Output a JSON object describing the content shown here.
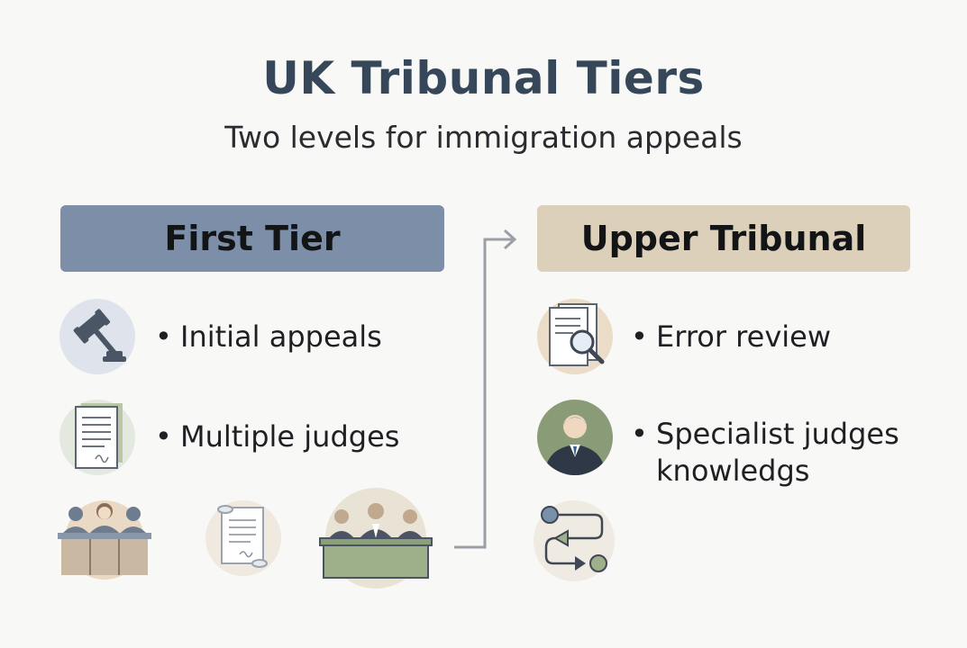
{
  "title": "UK Tribunal Tiers",
  "subtitle": "Two levels for immigration appeals",
  "first_tier": {
    "heading": "First Tier",
    "items": [
      "Initial appeals",
      "Multiple judges"
    ],
    "icons": [
      "gavel-icon",
      "document-icon",
      "judge-panel-icon",
      "scroll-icon",
      "judges-bench-icon"
    ]
  },
  "upper_tribunal": {
    "heading": "Upper Tribunal",
    "items": [
      "Error review",
      "Specialist judges",
      "knowledgs"
    ],
    "icons": [
      "magnifier-document-icon",
      "judge-portrait-icon",
      "flow-review-icon"
    ]
  },
  "colors": {
    "first_tier_header": "#7d8ea8",
    "upper_tier_header": "#ddd0bb",
    "title": "#37475a",
    "connector": "#9aa0a6"
  }
}
